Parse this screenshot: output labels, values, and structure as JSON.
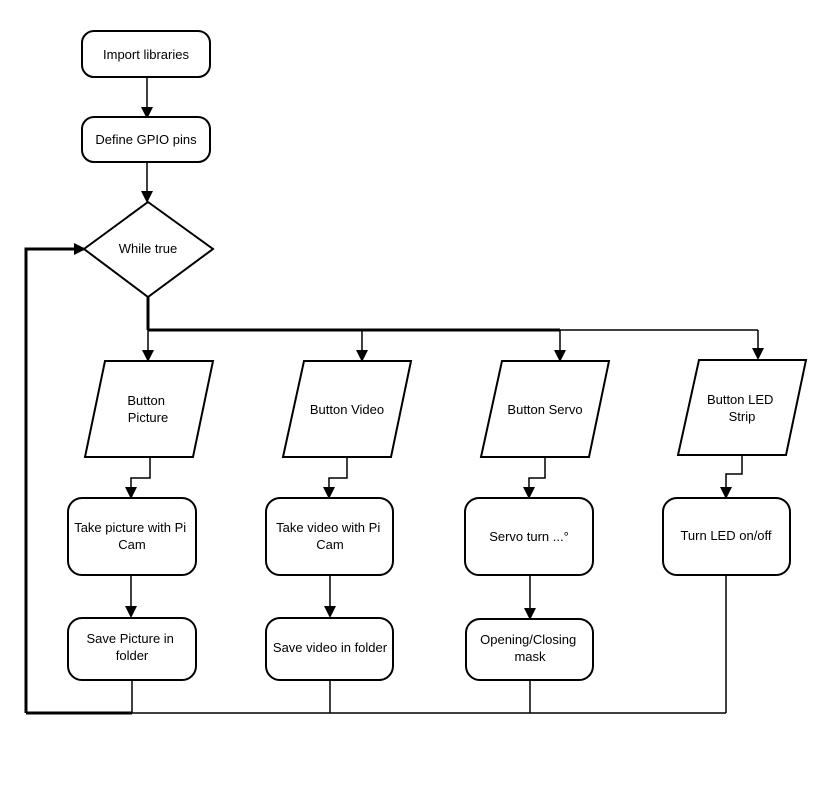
{
  "nodes": {
    "import_libraries": "Import libraries",
    "define_gpio": "Define GPIO pins",
    "while_true": "While true",
    "button_picture": [
      "Button",
      "Picture"
    ],
    "button_video": "Button Video",
    "button_servo": "Button Servo",
    "button_led": [
      "Button LED",
      "Strip"
    ],
    "take_picture": [
      "Take picture with Pi",
      "Cam"
    ],
    "take_video": [
      "Take video with Pi",
      "Cam"
    ],
    "servo_turn": "Servo turn ...°",
    "turn_led": "Turn LED on/off",
    "save_picture": [
      "Save Picture in",
      "folder"
    ],
    "save_video": "Save video in folder",
    "opening_closing": [
      "Opening/Closing",
      "mask"
    ]
  },
  "colors": {
    "stroke": "#000000",
    "fill": "#ffffff"
  }
}
